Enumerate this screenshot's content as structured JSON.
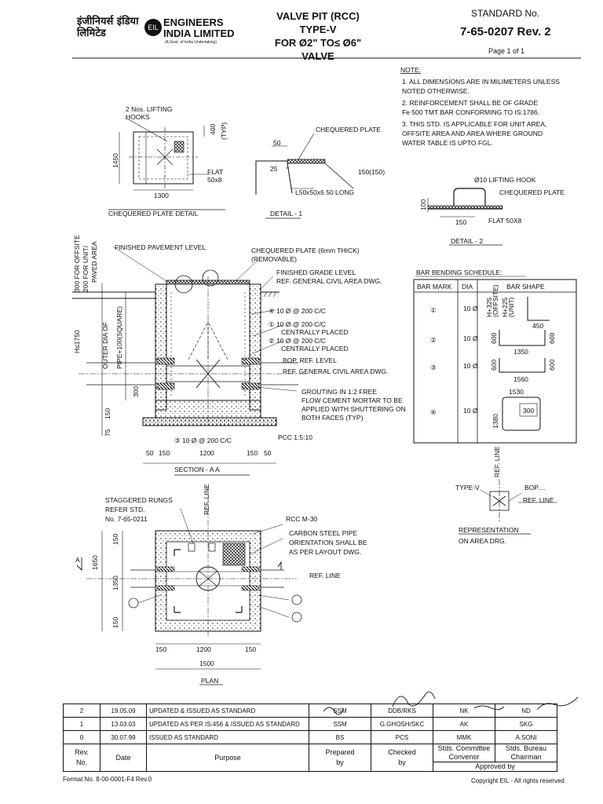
{
  "header": {
    "logo_hindi": "इंजीनियर्स इंडिया लिमिटेड",
    "logo_english_1": "ENGINEERS",
    "logo_english_2": "INDIA LIMITED",
    "logo_sub": "(A Govt. of India Undertaking)",
    "logo_mark": "EIL",
    "title_1": "VALVE PIT (RCC)",
    "title_2": "TYPE-V",
    "title_3": "FOR Ø2\" TO≤ Ø6\" VALVE",
    "standard_label": "STANDARD No.",
    "standard_number": "7-65-0207  Rev. 2",
    "page": "Page 1 of 1"
  },
  "notes": {
    "heading": "NOTE:",
    "items": [
      "1.  ALL DIMENSIONS ARE IN MILIMETERS UNLESS",
      "     NOTED OTHERWISE.",
      "2.  REINFORCEMENT SHALL BE OF GRADE",
      "     Fe 500 TMT BAR CONFORMING TO IS:1786.",
      "3.  THIS STD. IS APPLICABLE FOR UNIT AREA,",
      "     OFFSITE AREA AND AREA WHERE GROUND",
      "     WATER TABLE IS UPTO FGL."
    ]
  },
  "chequered_plate_detail": {
    "title": "CHEQUERED PLATE DETAIL",
    "lifting_hooks": "2 Nos. LIFTING",
    "hooks": "HOOKS",
    "dim_400": "400",
    "typ": "(TYP)",
    "dim_1450": "1450",
    "dim_1300": "1300",
    "flat": "FLAT",
    "flat_size": "50x8"
  },
  "detail_1": {
    "title": "DETAIL - 1",
    "chequered_plate": "CHEQUERED PLATE",
    "dim_50": "50",
    "dim_25": "25",
    "dim_150": "150(150)",
    "angle": "L50x50x6 50 LONG"
  },
  "detail_2": {
    "title": "DETAIL - 2",
    "lifting_hook": "Ø10 LIFTING HOOK",
    "chequered_plate": "CHEQUERED PLATE",
    "dim_100": "100",
    "dim_150": "150",
    "flat": "FLAT 50X8"
  },
  "section": {
    "title": "SECTION - A A",
    "finished_pavement": "FINISHED PAVEMENT LEVEL",
    "chequered_plate": "CHEQUERED PLATE (6mm THICK)",
    "removable": "(REMOVABLE)",
    "finished_grade": "FINISHED GRADE LEVEL",
    "ref_civil": "REF. GENERAL CIVIL AREA DWG.",
    "bar4": "④ 10 Ø @ 200 C/C",
    "bar1": "① 10 Ø @ 200 C/C",
    "bar1b": "CENTRALLY PLACED",
    "bar2": "② 10 Ø @ 200 C/C",
    "bar2b": "CENTRALLY PLACED",
    "bop": "BOP. REF. LEVEL",
    "ref_civil2": "REF. GENERAL CIVIL AREA DWG.",
    "grout1": "GROUTING IN 1:2 FREE",
    "grout2": "FLOW CEMENT MORTAR TO BE",
    "grout3": "APPLIED WITH SHUTTERING ON",
    "grout4": "BOTH FACES (TYP)",
    "bar3": "③ 10 Ø @ 200 C/C",
    "pcc": "PCC 1:5:10",
    "offsite_1": "300 FOR OFFSITE",
    "offsite_2": "200 FOR UNIT/",
    "offsite_3": "PAVED AREA",
    "h": "H≤1750",
    "outer_dia_1": "OUTER DIA OF",
    "outer_dia_2": "PIPE+100(SQUARE)",
    "dim_300": "300",
    "dim_150": "150",
    "dim_75": "75",
    "bottom_dims": [
      "50",
      "150",
      "1200",
      "150",
      "50"
    ]
  },
  "bar_schedule": {
    "title": "BAR BENDING SCHEDULE:",
    "headers": [
      "BAR MARK",
      "DIA",
      "BAR SHAPE"
    ],
    "rows": [
      {
        "mark": "①",
        "dia": "10 Ø",
        "dims": [
          "H+325",
          "(OFFSITE)",
          "H+225",
          "(UNIT)",
          "450"
        ]
      },
      {
        "mark": "②",
        "dia": "10 Ø",
        "dims": [
          "600",
          "1350",
          "600"
        ]
      },
      {
        "mark": "③",
        "dia": "10 Ø",
        "dims": [
          "600",
          "1560",
          "600"
        ]
      },
      {
        "mark": "④",
        "dia": "10 Ø",
        "dims": [
          "1530",
          "1380",
          "300"
        ]
      }
    ]
  },
  "representation": {
    "ref_line": "REF. LINE",
    "type_v": "TYPE-V",
    "bop": "BOP....",
    "ref_line2": "REF. LINE",
    "title_1": "REPRESENTATION",
    "title_2": "ON AREA DRG."
  },
  "plan": {
    "title": "PLAN",
    "staggered_1": "STAGGERED RUNGS",
    "staggered_2": "REFER STD.",
    "staggered_3": "No. 7-65-0211",
    "ref_line": "REF. LINE",
    "rcc": "RCC M-30",
    "cs_pipe": "CARBON STEEL PIPE",
    "orient_1": "ORIENTATION SHALL BE",
    "orient_2": "AS PER LAYOUT DWG.",
    "ref_line2": "REF. LINE",
    "a_marker": "A",
    "dims_v": [
      "1650",
      "150",
      "1350",
      "150"
    ],
    "dims_h": [
      "150",
      "1200",
      "150"
    ],
    "dim_total": "1500"
  },
  "revisions": {
    "rows": [
      [
        "2",
        "19.05.09",
        "UPDATED & ISSUED AS STANDARD",
        "SSM",
        "DDB/RKS",
        "NK",
        "ND"
      ],
      [
        "1",
        "13.03.03",
        "UPDATED AS PER IS:456 & ISSUED AS STANDARD",
        "SSM",
        "G.GHOSH/SKC",
        "AK",
        "SKG"
      ],
      [
        "0",
        "30.07.99",
        "ISSUED AS STANDARD",
        "BS",
        "PCS",
        "MMK",
        "A.SONI"
      ]
    ],
    "col_rev_1": "Rev.",
    "col_rev_2": "No.",
    "col_date": "Date",
    "col_purpose": "Purpose",
    "col_prepared_1": "Prepared",
    "col_prepared_2": "by",
    "col_checked_1": "Checked",
    "col_checked_2": "by",
    "col_stds_1": "Stds. Committee",
    "col_stds_2": "Convenor",
    "col_bureau_1": "Stds. Bureau",
    "col_bureau_2": "Chairman",
    "approved": "Approved by"
  },
  "footer": {
    "format": "Format No. 8-00-0001-F4 Rev.0",
    "copyright": "Copyright EIL - All rights reserved"
  }
}
